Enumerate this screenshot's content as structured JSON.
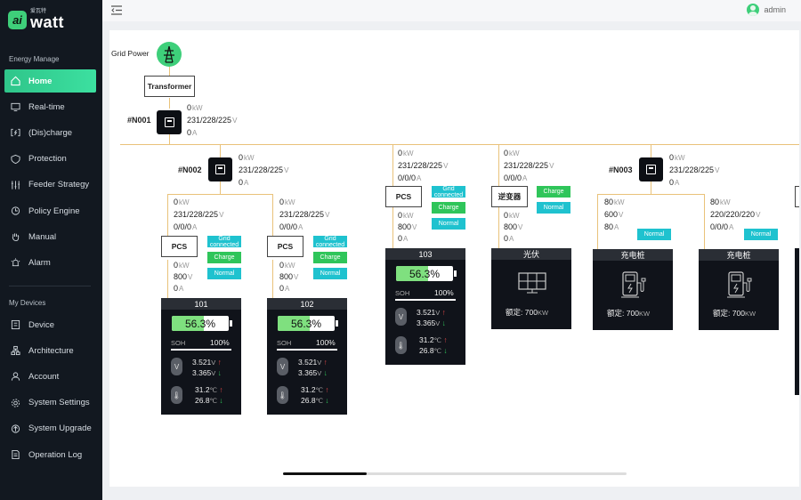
{
  "app": {
    "logo_mark": "ai",
    "logo_cn": "爱瓦特",
    "logo_en": "watt"
  },
  "user": {
    "name": "admin"
  },
  "sidebar": {
    "section1": "Energy Manage",
    "items1": [
      {
        "label": "Home",
        "icon": "home-icon"
      },
      {
        "label": "Real-time",
        "icon": "monitor-icon"
      },
      {
        "label": "(Dis)charge",
        "icon": "charge-icon"
      },
      {
        "label": "Protection",
        "icon": "shield-icon"
      },
      {
        "label": "Feeder Strategy",
        "icon": "feeder-icon"
      },
      {
        "label": "Policy Engine",
        "icon": "policy-icon"
      },
      {
        "label": "Manual",
        "icon": "hand-icon"
      },
      {
        "label": "Alarm",
        "icon": "alarm-icon"
      }
    ],
    "section2": "My Devices",
    "items2": [
      {
        "label": "Device",
        "icon": "device-icon"
      },
      {
        "label": "Architecture",
        "icon": "architecture-icon"
      },
      {
        "label": "Account",
        "icon": "account-icon"
      },
      {
        "label": "System Settings",
        "icon": "gear-icon"
      },
      {
        "label": "System Upgrade",
        "icon": "upgrade-icon"
      },
      {
        "label": "Operation Log",
        "icon": "log-icon"
      }
    ]
  },
  "diagram": {
    "grid_power": "Grid Power",
    "transformer": "Transformer",
    "units": {
      "kw": "kW",
      "v": "V",
      "a": "A",
      "kw2": "KW",
      "c": "℃"
    },
    "n001": {
      "label": "#N001",
      "kw": "0",
      "v": "231/228/225",
      "a": "0"
    },
    "n002": {
      "label": "#N002",
      "kw": "0",
      "v": "231/228/225",
      "a": "0"
    },
    "n003": {
      "label": "#N003",
      "kw": "0",
      "v": "231/228/225",
      "a": "0"
    },
    "pcs_label": "PCS",
    "badges": {
      "grid": "Grid connected",
      "charge": "Charge",
      "normal": "Normal"
    },
    "branches": [
      {
        "kw": "0",
        "v": "231/228/225",
        "a": "0/0/0"
      },
      {
        "kw": "0",
        "v": "231/228/225",
        "a": "0/0/0"
      },
      {
        "kw": "0",
        "v": "231/228/225",
        "a": "0/0/0"
      },
      {
        "kw": "0",
        "v": "231/228/225",
        "a": "0/0/0"
      },
      {
        "kw": "80",
        "v": "600",
        "a": "80"
      },
      {
        "kw": "80",
        "v": "220/220/220",
        "a": "0/0/0"
      }
    ],
    "pcs_vals": [
      {
        "kw": "0",
        "v": "800",
        "a": "0"
      },
      {
        "kw": "0",
        "v": "800",
        "a": "0"
      },
      {
        "kw": "0",
        "v": "800",
        "a": "0"
      },
      {
        "kw": "0",
        "v": "800",
        "a": "0"
      }
    ],
    "inverter_label": "逆变器",
    "batteries": [
      {
        "name": "101",
        "soc": "56.3%",
        "soc_frac": 0.563,
        "soh_label": "SOH",
        "soh": "100%",
        "v_hi": "3.521",
        "v_lo": "3.365",
        "t_hi": "31.2",
        "t_lo": "26.8"
      },
      {
        "name": "102",
        "soc": "56.3%",
        "soc_frac": 0.563,
        "soh_label": "SOH",
        "soh": "100%",
        "v_hi": "3.521",
        "v_lo": "3.365",
        "t_hi": "31.2",
        "t_lo": "26.8"
      },
      {
        "name": "103",
        "soc": "56.3%",
        "soc_frac": 0.563,
        "soh_label": "SOH",
        "soh": "100%",
        "v_hi": "3.521",
        "v_lo": "3.365",
        "t_hi": "31.2",
        "t_lo": "26.8"
      }
    ],
    "pv": {
      "title": "光伏",
      "rated_label": "额定:",
      "rated": "700"
    },
    "chargers": [
      {
        "title": "充电桩",
        "rated_label": "额定:",
        "rated": "700"
      },
      {
        "title": "充电桩",
        "rated_label": "额定:",
        "rated": "700"
      }
    ]
  },
  "colors": {
    "accent": "#3ecf7a",
    "line": "#e9c27a",
    "cyan": "#1fc2cf",
    "green": "#2fc55a"
  }
}
